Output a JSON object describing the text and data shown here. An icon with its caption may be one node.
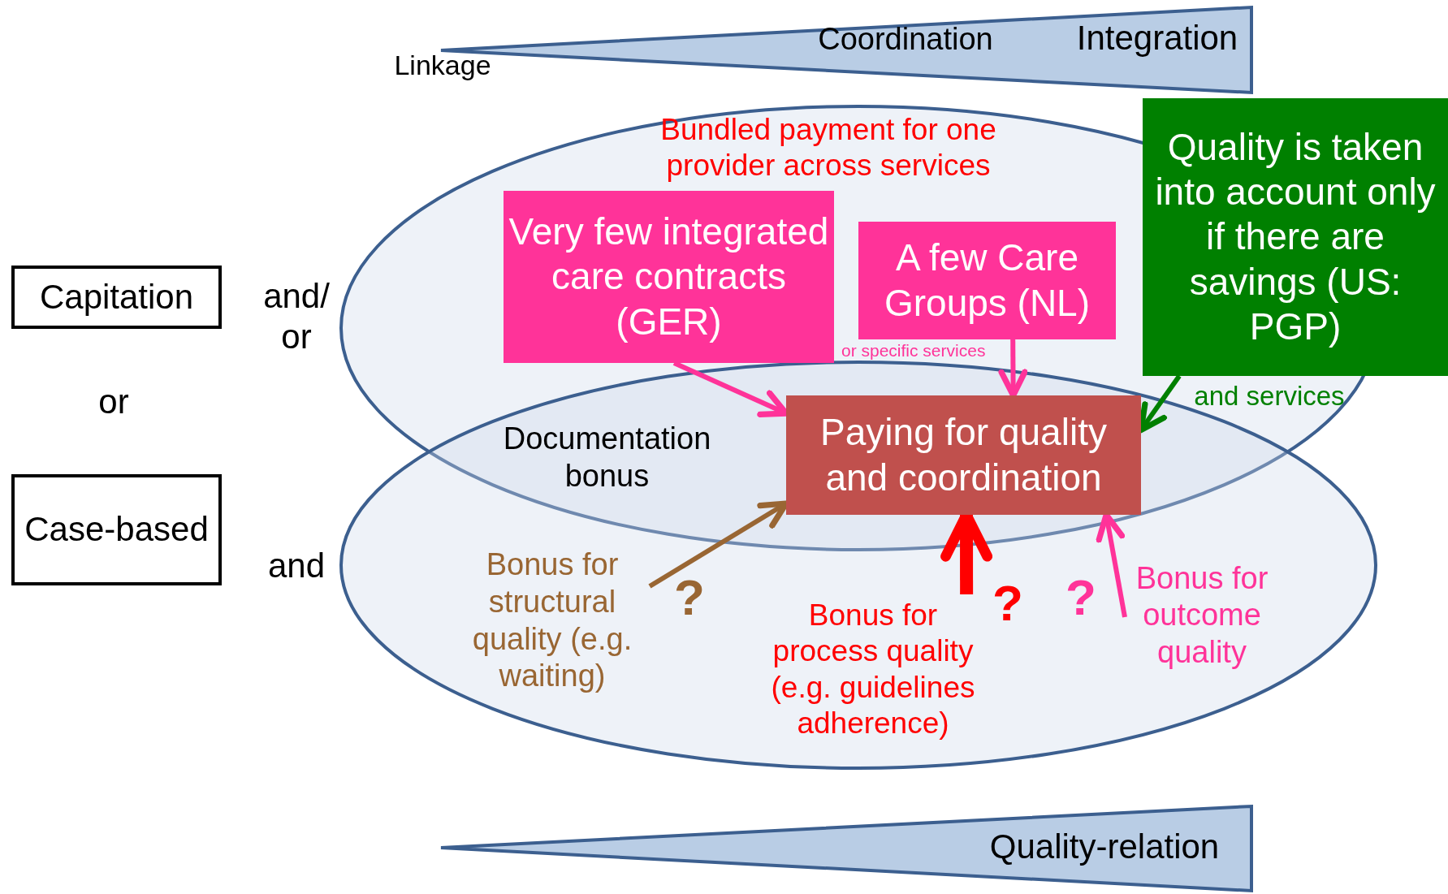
{
  "diagram": {
    "nodes": [
      {
        "text": [
          "Capitation"
        ]
      },
      {
        "text": [
          "Case-based"
        ]
      },
      {
        "text": [
          "Very few integrated care contracts (GER)"
        ]
      },
      {
        "text": [
          "A few Care Groups (NL)"
        ]
      },
      {
        "text": [
          "Quality is taken into account only if there are savings (US: PGP)"
        ]
      },
      {
        "text": [
          "Paying for quality and coordination"
        ]
      },
      {
        "text": [
          "Bonus for structural quality (e.g. waiting)"
        ],
        "beside": [
          "?"
        ]
      },
      {
        "text": [
          "Bonus for process quality (e.g. guidelines adherence)"
        ],
        "beside": [
          "?"
        ]
      },
      {
        "text": [
          "Bonus for outcome quality"
        ],
        "beside": [
          "?"
        ]
      }
    ],
    "edges": [
      {
        "from": 2,
        "to": 5,
        "arrow": "to",
        "color": "#ff3399"
      },
      {
        "from": 3,
        "to": 5,
        "arrow": "to",
        "color": "#ff3399"
      },
      {
        "from": 4,
        "to": 5,
        "arrow": "to",
        "color": "#008000"
      },
      {
        "from": 6,
        "to": 5,
        "arrow": "to",
        "color": "#996633"
      },
      {
        "from": 7,
        "to": 5,
        "arrow": "to",
        "style": "thick",
        "color": "#ff0000"
      },
      {
        "from": 8,
        "to": 5,
        "arrow": "to",
        "color": "#ff3399"
      }
    ],
    "labels": [
      "Linkage",
      "Coordination",
      "Integration",
      "and/ or",
      "or",
      "and",
      "Bundled payment for one provider across services",
      "or specific services",
      "and services",
      "Documentation bonus",
      "Quality-relation"
    ]
  }
}
